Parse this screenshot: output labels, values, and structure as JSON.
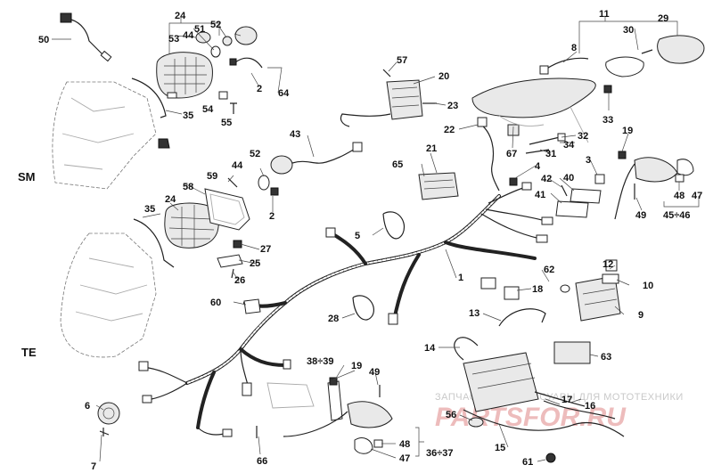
{
  "side_labels": {
    "sm": "SM",
    "te": "TE"
  },
  "watermark": {
    "caption": "ЗАПЧАСТИ И АКСЕССУАРЫ ДЛЯ МОТОТЕХНИКИ",
    "logo": "PARTSFOR.RU"
  },
  "callouts": {
    "c1": "1",
    "c2a": "2",
    "c2b": "2",
    "c3": "3",
    "c4": "4",
    "c5": "5",
    "c6": "6",
    "c7": "7",
    "c8": "8",
    "c9": "9",
    "c10": "10",
    "c11": "11",
    "c12": "12",
    "c13": "13",
    "c14": "14",
    "c15": "15",
    "c16": "16",
    "c17": "17",
    "c18": "18",
    "c19a": "19",
    "c19b": "19",
    "c20": "20",
    "c21": "21",
    "c22": "22",
    "c23": "23",
    "c24a": "24",
    "c24b": "24",
    "c25": "25",
    "c26": "26",
    "c27": "27",
    "c28": "28",
    "c29": "29",
    "c30": "30",
    "c31": "31",
    "c32": "32",
    "c33": "33",
    "c34": "34",
    "c35a": "35",
    "c35b": "35",
    "c36_37": "36÷37",
    "c38_39": "38÷39",
    "c40": "40",
    "c41": "41",
    "c42": "42",
    "c43": "43",
    "c44a": "44",
    "c44b": "44",
    "c45_46": "45÷46",
    "c47a": "47",
    "c47b": "47",
    "c48a": "48",
    "c48b": "48",
    "c49a": "49",
    "c49b": "49",
    "c50": "50",
    "c51": "51",
    "c52a": "52",
    "c52b": "52",
    "c53": "53",
    "c54": "54",
    "c55": "55",
    "c56": "56",
    "c57": "57",
    "c58": "58",
    "c59": "59",
    "c60": "60",
    "c61": "61",
    "c62": "62",
    "c63": "63",
    "c64": "64",
    "c65": "65",
    "c66": "66",
    "c67": "67"
  }
}
